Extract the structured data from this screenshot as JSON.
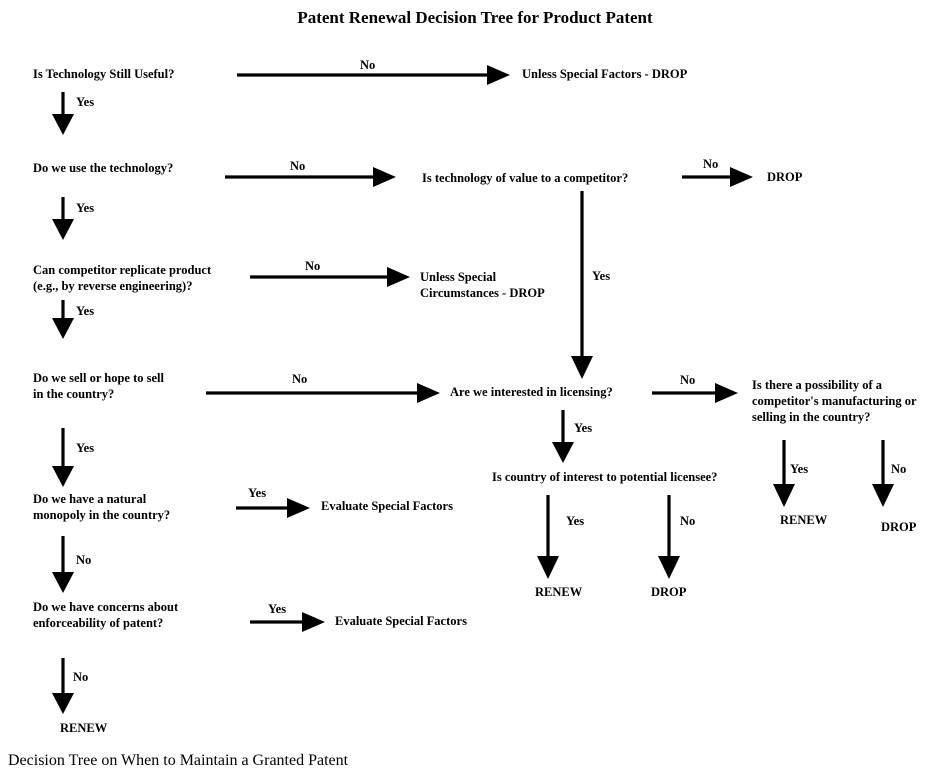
{
  "title": "Patent Renewal Decision Tree for Product Patent",
  "caption": "Decision Tree on When to Maintain a Granted Patent",
  "nodes": {
    "q1": "Is Technology Still Useful?",
    "q1_no_result": "Unless Special Factors - DROP",
    "q2": "Do we use the technology?",
    "q2_no": "Is technology of value to a competitor?",
    "q2_no_drop": "DROP",
    "q3_line1": "Can competitor replicate product",
    "q3_line2": "(e.g., by reverse engineering)?",
    "q3_no_line1": "Unless Special",
    "q3_no_line2": "Circumstances - DROP",
    "q4_line1": "Do we sell or hope to sell",
    "q4_line2": "in the country?",
    "licensing": "Are we interested in licensing?",
    "possibility_line1": "Is there a possibility of a",
    "possibility_line2": "competitor's manufacturing or",
    "possibility_line3": "selling  in the country?",
    "licensee": "Is country of interest to potential licensee?",
    "licensee_yes": "RENEW",
    "licensee_no": "DROP",
    "possibility_yes": "RENEW",
    "possibility_no": "DROP",
    "q5_line1": "Do we have a natural",
    "q5_line2": "monopoly in the country?",
    "q5_yes": "Evaluate Special Factors",
    "q6_line1": "Do we have concerns about",
    "q6_line2": "enforceability of patent?",
    "q6_yes": "Evaluate Special Factors",
    "final_renew": "RENEW"
  },
  "edges": {
    "q1_no": "No",
    "q1_yes": "Yes",
    "q2_no": "No",
    "q2_yes": "Yes",
    "comp_no": "No",
    "comp_yes": "Yes",
    "q3_no": "No",
    "q3_yes": "Yes",
    "q4_no": "No",
    "q4_yes": "Yes",
    "lic_no": "No",
    "lic_yes": "Yes",
    "licensee_yes": "Yes",
    "licensee_no": "No",
    "poss_yes": "Yes",
    "poss_no": "No",
    "q5_yes": "Yes",
    "q5_no": "No",
    "q6_yes": "Yes",
    "q6_no": "No"
  }
}
